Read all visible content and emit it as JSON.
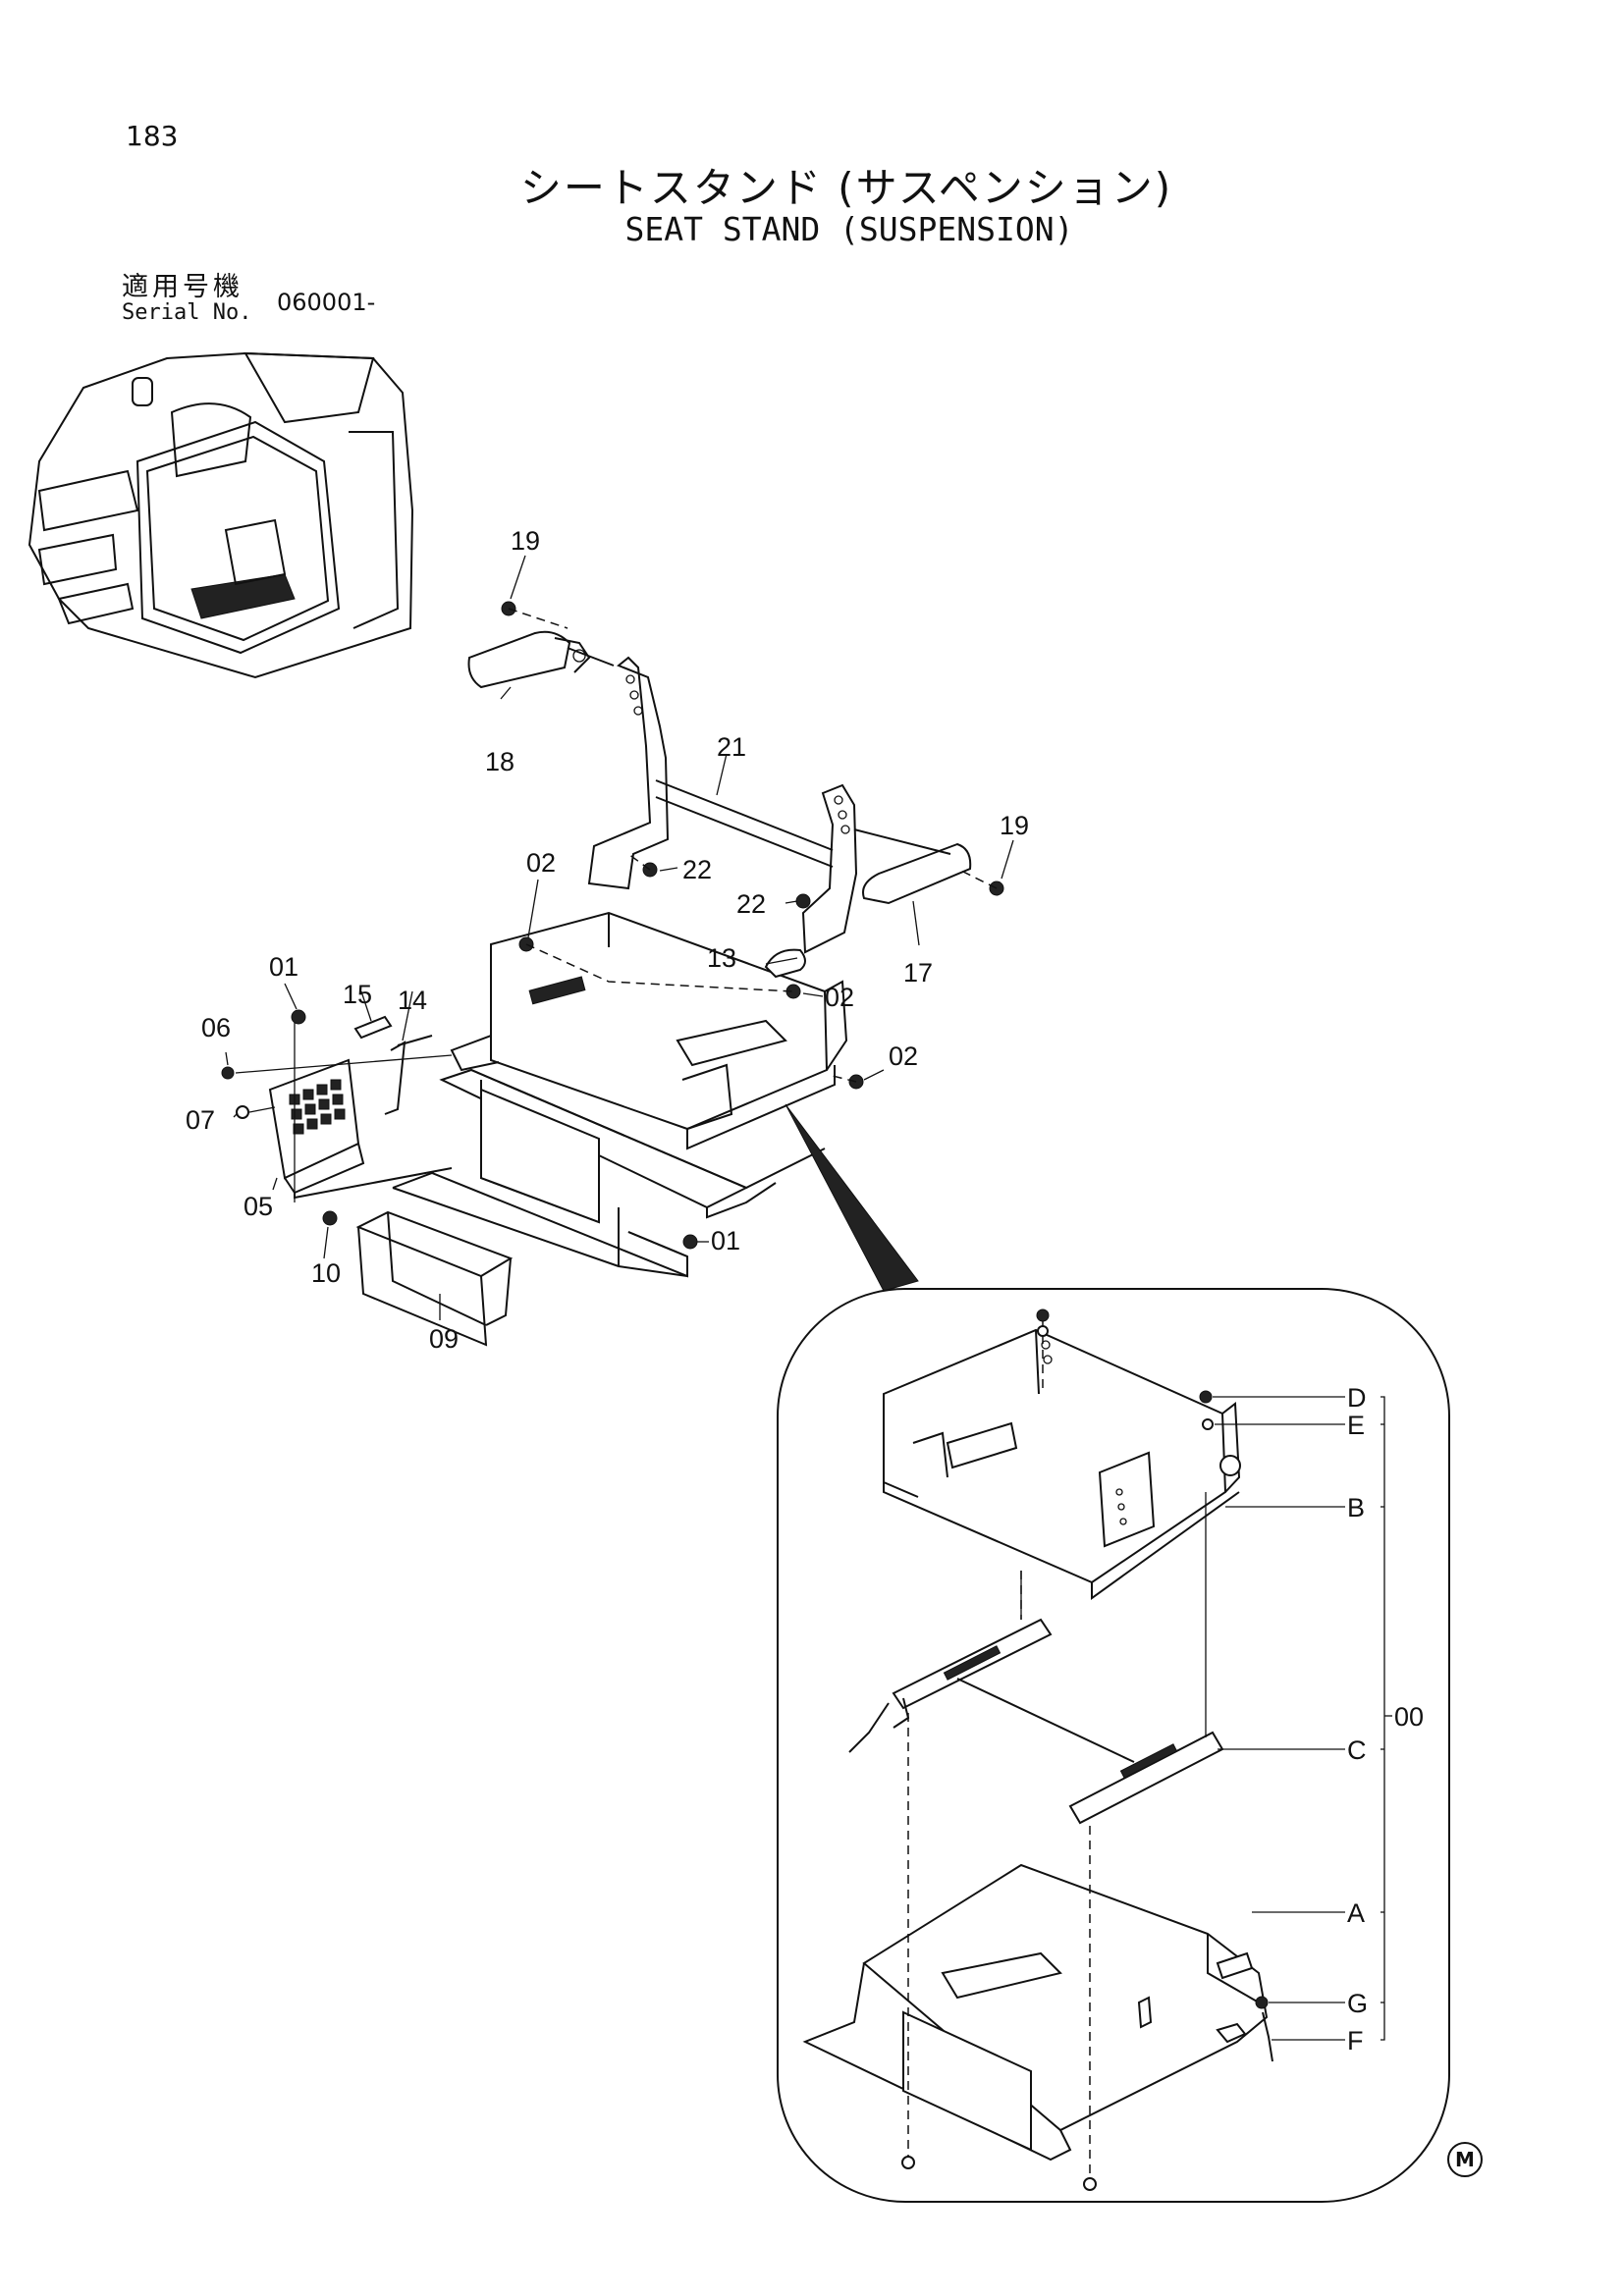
{
  "header": {
    "page_number": "183",
    "title_jp": "シートスタンド (サスペンション)",
    "title_en": "SEAT STAND (SUSPENSION)",
    "serial_label_jp": "適用号機",
    "serial_label_en": "Serial No.",
    "serial_value": "060001-"
  },
  "callouts": {
    "p19a": "19",
    "p18": "18",
    "p21": "21",
    "p19b": "19",
    "p17": "17",
    "p22a": "22",
    "p22b": "22",
    "p02a": "02",
    "p02b": "02",
    "p02c": "02",
    "p13": "13",
    "p01a": "01",
    "p01b": "01",
    "p15": "15",
    "p14": "14",
    "p06": "06",
    "p07": "07",
    "p05": "05",
    "p10": "10",
    "p09": "09"
  },
  "detail": {
    "D": "D",
    "E": "E",
    "B": "B",
    "C": "C",
    "A": "A",
    "G": "G",
    "F": "F",
    "assembly": "00"
  },
  "footer": {
    "mark": "M"
  }
}
